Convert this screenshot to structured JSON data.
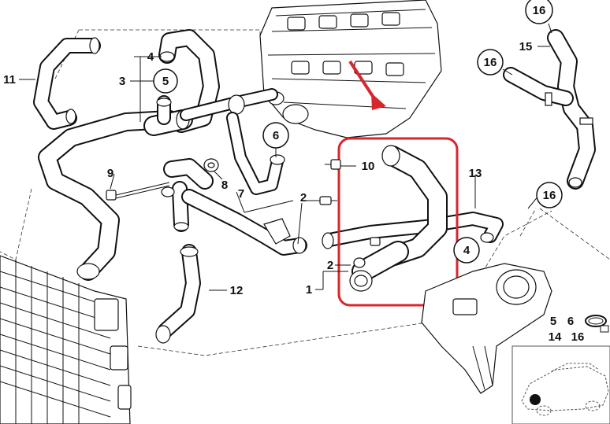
{
  "callouts": [
    {
      "id": "c16a",
      "label": "16",
      "circled": true
    },
    {
      "id": "c15",
      "label": "15",
      "circled": false
    },
    {
      "id": "c16b",
      "label": "16",
      "circled": true
    },
    {
      "id": "c11",
      "label": "11",
      "circled": false
    },
    {
      "id": "c4a",
      "label": "4",
      "circled": false
    },
    {
      "id": "c3",
      "label": "3",
      "circled": false
    },
    {
      "id": "c5",
      "label": "5",
      "circled": true
    },
    {
      "id": "c6",
      "label": "6",
      "circled": true
    },
    {
      "id": "c9",
      "label": "9",
      "circled": false
    },
    {
      "id": "c10",
      "label": "10",
      "circled": false
    },
    {
      "id": "c8",
      "label": "8",
      "circled": false
    },
    {
      "id": "c7",
      "label": "7",
      "circled": false
    },
    {
      "id": "c2a",
      "label": "2",
      "circled": false
    },
    {
      "id": "c13",
      "label": "13",
      "circled": false
    },
    {
      "id": "c16c",
      "label": "16",
      "circled": true
    },
    {
      "id": "c4b",
      "label": "4",
      "circled": true
    },
    {
      "id": "c2b",
      "label": "2",
      "circled": false
    },
    {
      "id": "c1",
      "label": "1",
      "circled": false
    },
    {
      "id": "c12",
      "label": "12",
      "circled": false
    }
  ],
  "legend": {
    "row1": [
      "5",
      "6"
    ],
    "row2": [
      "14",
      "16"
    ]
  },
  "colors": {
    "highlight": "#d9262c",
    "ink": "#111111"
  },
  "icons": {
    "highlight_arrow": "arrow-down-right-icon",
    "car_thumbnail": "car-silhouette-icon",
    "clamp": "hose-clamp-icon"
  }
}
